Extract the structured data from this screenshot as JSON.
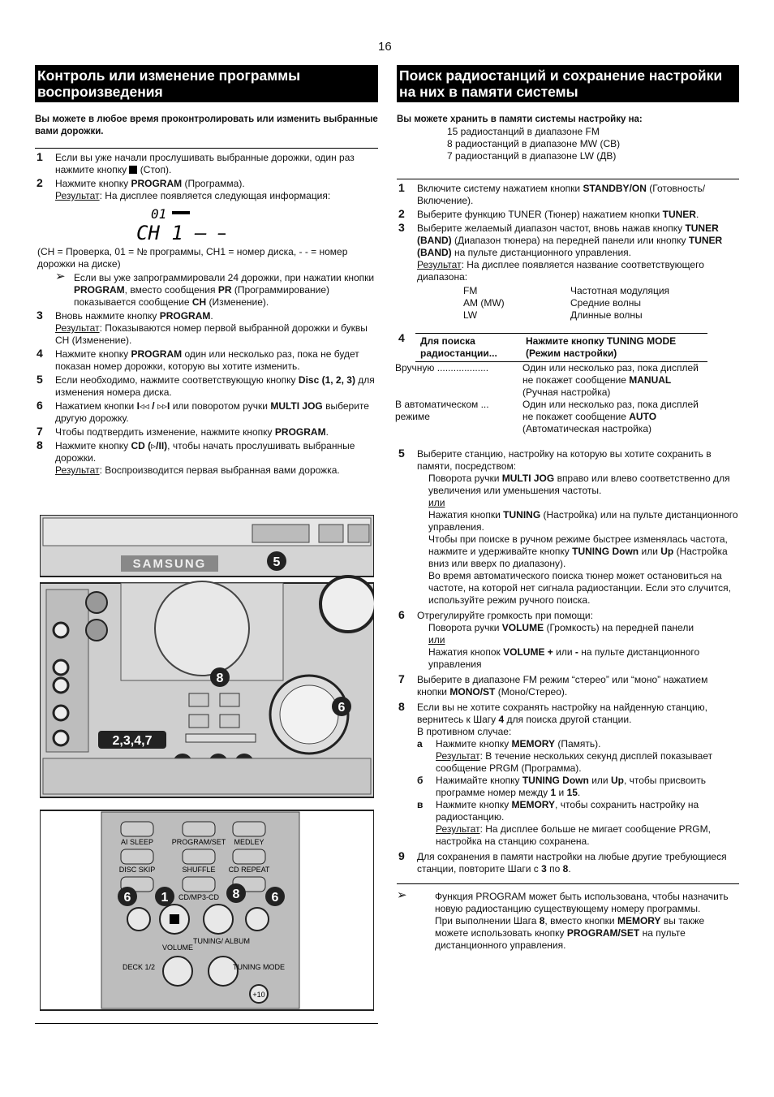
{
  "page_number": "16",
  "left": {
    "title": "Контроль или изменение программы воспроизведения",
    "intro": "Вы можете в любое время проконтролировать или изменить выбранные вами дорожки.",
    "step1_num": "1",
    "step1_text_a": "Если вы уже начали прослушивать выбранные дорожки, один раз нажмите кнопку",
    "step1_text_b": "(Стоп).",
    "step2_num": "2",
    "step2_text_a": "Нажмите кнопку",
    "step2_bold": "PROGRAM",
    "step2_text_b": "(Программа).",
    "step2_result_label": "Результат",
    "step2_result": ": На дисплее появляется следующая информация:",
    "lcd_top": "01",
    "lcd_bottom": "CH 1 – –",
    "step2_legend": "(CH = Проверка, 01 = № программы, CH1 = номер диска, - - = номер дорожки на диске)",
    "step2_note_a": "Если вы уже запрограммировали 24 дорожки, при нажатии кнопки",
    "step2_note_bold1": "PROGRAM",
    "step2_note_b": ", вместо сообщения",
    "step2_note_bold2": "PR",
    "step2_note_c": "(Программирование) показывается сообщение",
    "step2_note_bold3": "CH",
    "step2_note_d": "(Изменение).",
    "step3_num": "3",
    "step3_text_a": "Вновь нажмите кнопку",
    "step3_bold": "PROGRAM",
    "step3_result_label": "Результат",
    "step3_result": ": Показываются номер первой выбранной дорожки и буквы CH (Изменение).",
    "step4_num": "4",
    "step4_text_a": "Нажмите кнопку",
    "step4_bold": "PROGRAM",
    "step4_text_b": "один или несколько раз, пока не будет показан номер дорожки, которую вы хотите изменить.",
    "step5_num": "5",
    "step5_text_a": "Если необходимо, нажмите соответствующую кнопку",
    "step5_bold": "Disc (1, 2, 3)",
    "step5_text_b": "для изменения номера диска.",
    "step6_num": "6",
    "step6_text_a": "Нажатием кнопки",
    "step6_bold1": "I◃◃ / ▹▹I",
    "step6_text_b": "или поворотом ручки",
    "step6_bold2": "MULTI JOG",
    "step6_text_c": "выберите другую дорожку.",
    "step7_num": "7",
    "step7_text_a": "Чтобы подтвердить изменение, нажмите кнопку",
    "step7_bold": "PROGRAM",
    "step8_num": "8",
    "step8_text_a": "Нажмите кнопку",
    "step8_bold": "CD (▹/II)",
    "step8_text_b": ", чтобы начать прослушивать выбранные дорожки.",
    "step8_result_label": "Результат",
    "step8_result": ": Воспроизводится первая выбранная вами дорожка."
  },
  "device": {
    "brand": "SAMSUNG",
    "callout_5": "5",
    "callout_8a": "8",
    "callout_6a": "6",
    "callout_2347": "2,3,4,7",
    "callout_6b": "6",
    "callout_1a": "1",
    "callout_6c": "6",
    "remote_btn_1": "AI SLEEP",
    "remote_btn_2": "PROGRAM/SET",
    "remote_btn_3": "MEDLEY",
    "remote_btn_4": "DISC SKIP",
    "remote_btn_5": "SHUFFLE",
    "remote_btn_6": "CD REPEAT",
    "remote_cd_label": "CD/MP3-CD",
    "remote_volume": "VOLUME",
    "remote_tuning_album": "TUNING/ ALBUM",
    "remote_deck": "DECK 1/2",
    "remote_tuning_mode": "TUNING MODE",
    "remote_plus10": "+10",
    "callout_6d": "6",
    "callout_1b": "1",
    "callout_8b": "8",
    "callout_6e": "6"
  },
  "right": {
    "title": "Поиск радиостанций и сохранение настройки на них в памяти системы",
    "intro": "Вы можете хранить в памяти системы настройку на:",
    "list1": "15 радиостанций в диапазоне FM",
    "list2": "8 радиостанций в диапазоне MW (CB)",
    "list3": "7 радиостанций в диапазоне LW (ДВ)",
    "s1_num": "1",
    "s1_a": "Включите систему нажатием кнопки",
    "s1_bold": "STANDBY/ON",
    "s1_b": "(Готовность/ Включение).",
    "s2_num": "2",
    "s2_a": "Выберите функцию TUNER (Тюнер) нажатием кнопки",
    "s2_bold": "TUNER",
    "s3_num": "3",
    "s3_a": "Выберите желаемый диапазон частот, вновь нажав кнопку",
    "s3_bold1": "TUNER (BAND)",
    "s3_b": "(Диапазон тюнера) на передней панели или кнопку",
    "s3_bold2": "TUNER (BAND)",
    "s3_c": "на пульте дистанционного управления.",
    "s3_result_label": "Результат",
    "s3_result": ": На дисплее появляется название соответствующего диапазона:",
    "band_fm": "FM",
    "band_fm_desc": "Частотная модуляция",
    "band_am": "AM (MW)",
    "band_am_desc": "Средние волны",
    "band_lw": "LW",
    "band_lw_desc": "Длинные волны",
    "s4_num": "4",
    "tbl_head_left": "Для поиска радиостанции...",
    "tbl_head_right": "Нажмите кнопку TUNING MODE (Режим настройки)",
    "tbl_r1_left": "Вручную ...................",
    "tbl_r1_right_a": "Один или несколько раз, пока дисплей не покажет сообщение",
    "tbl_r1_right_bold": "MANUAL",
    "tbl_r1_right_b": "(Ручная настройка)",
    "tbl_r2_left": "В автоматическом ... режиме",
    "tbl_r2_right_a": "Один или несколько раз, пока дисплей не покажет сообщение",
    "tbl_r2_right_bold": "AUTO",
    "tbl_r2_right_b": "(Автоматическая настройка)",
    "s5_num": "5",
    "s5_a": "Выберите станцию, настройку на которую вы хотите сохранить в памяти, посредством:",
    "s5_b1": "Поворота ручки",
    "s5_b1_bold": "MULTI JOG",
    "s5_b2": "вправо или влево соответственно для увеличения или уменьшения частоты.",
    "s5_or1": "или",
    "s5_c1": "Нажатия кнопки",
    "s5_c1_bold": "TUNING",
    "s5_c2": "(Настройка)     или     на пульте дистанционного управления.",
    "s5_d1": "Чтобы при поиске в ручном режиме быстрее изменялась частота, нажмите и удерживайте кнопку",
    "s5_d_bold1": "TUNING Down",
    "s5_d2": "или",
    "s5_d_bold2": "Up",
    "s5_d3": "(Настройка вниз или вверх по диапазону).",
    "s5_e": "Во время автоматического поиска тюнер может остановиться на частоте, на которой нет сигнала радиостанции. Если это случится, используйте режим ручного поиска.",
    "s6_num": "6",
    "s6_a": "Отрегулируйте громкость при помощи:",
    "s6_b1": "Поворота ручки",
    "s6_b_bold": "VOLUME",
    "s6_b2": "(Громкость) на передней панели",
    "s6_or": "или",
    "s6_c1": "Нажатия кнопок",
    "s6_c_bold1": "VOLUME +",
    "s6_c2": "или",
    "s6_c_bold2": "-",
    "s6_c3": "на пульте дистанционного управления",
    "s7_num": "7",
    "s7_a": "Выберите в диапазоне FM режим “стерео” или “моно” нажатием кнопки",
    "s7_bold": "MONO/ST",
    "s7_b": "(Моно/Стерео).",
    "s8_num": "8",
    "s8_a": "Если вы не хотите сохранять настройку на найденную станцию, вернитесь к Шагу",
    "s8_bold": "4",
    "s8_b": "для поиска другой станции.",
    "s8_c": "В противном случае:",
    "s8a_l": "а",
    "s8a_1": "Нажмите кнопку",
    "s8a_bold": "MEMORY",
    "s8a_2": "(Память).",
    "s8a_result_label": "Результат",
    "s8a_result": ": В течение нескольких секунд дисплей показывает сообщение PRGM (Программа).",
    "s8b_l": "б",
    "s8b_1": "Нажимайте кнопку",
    "s8b_bold1": "TUNING Down",
    "s8b_2": "или",
    "s8b_bold2": "Up",
    "s8b_3": ", чтобы присвоить программе номер между",
    "s8b_bold3": "1",
    "s8b_4": "и",
    "s8b_bold4": "15",
    "s8c_l": "в",
    "s8c_1": "Нажмите кнопку",
    "s8c_bold": "MEMORY",
    "s8c_2": ", чтобы сохранить настройку на радиостанцию.",
    "s8c_result_label": "Результат",
    "s8c_result": ": На дисплее больше не мигает сообщение PRGM, настройка на станцию сохранена.",
    "s9_num": "9",
    "s9_a": "Для сохранения в памяти настройки на любые другие требующиеся станции, повторите Шаги с",
    "s9_bold1": "3",
    "s9_b": "по",
    "s9_bold2": "8",
    "note_a": "Функция PROGRAM может быть использована, чтобы назначить новую радиостанцию существующему номеру программы.",
    "note_b1": "При выполнении Шага",
    "note_b_bold1": "8",
    "note_b2": ", вместо кнопки",
    "note_b_bold2": "MEMORY",
    "note_b3": "вы также можете использовать кнопку",
    "note_b_bold3": "PROGRAM/SET",
    "note_b4": "на пульте дистанционного управления."
  }
}
